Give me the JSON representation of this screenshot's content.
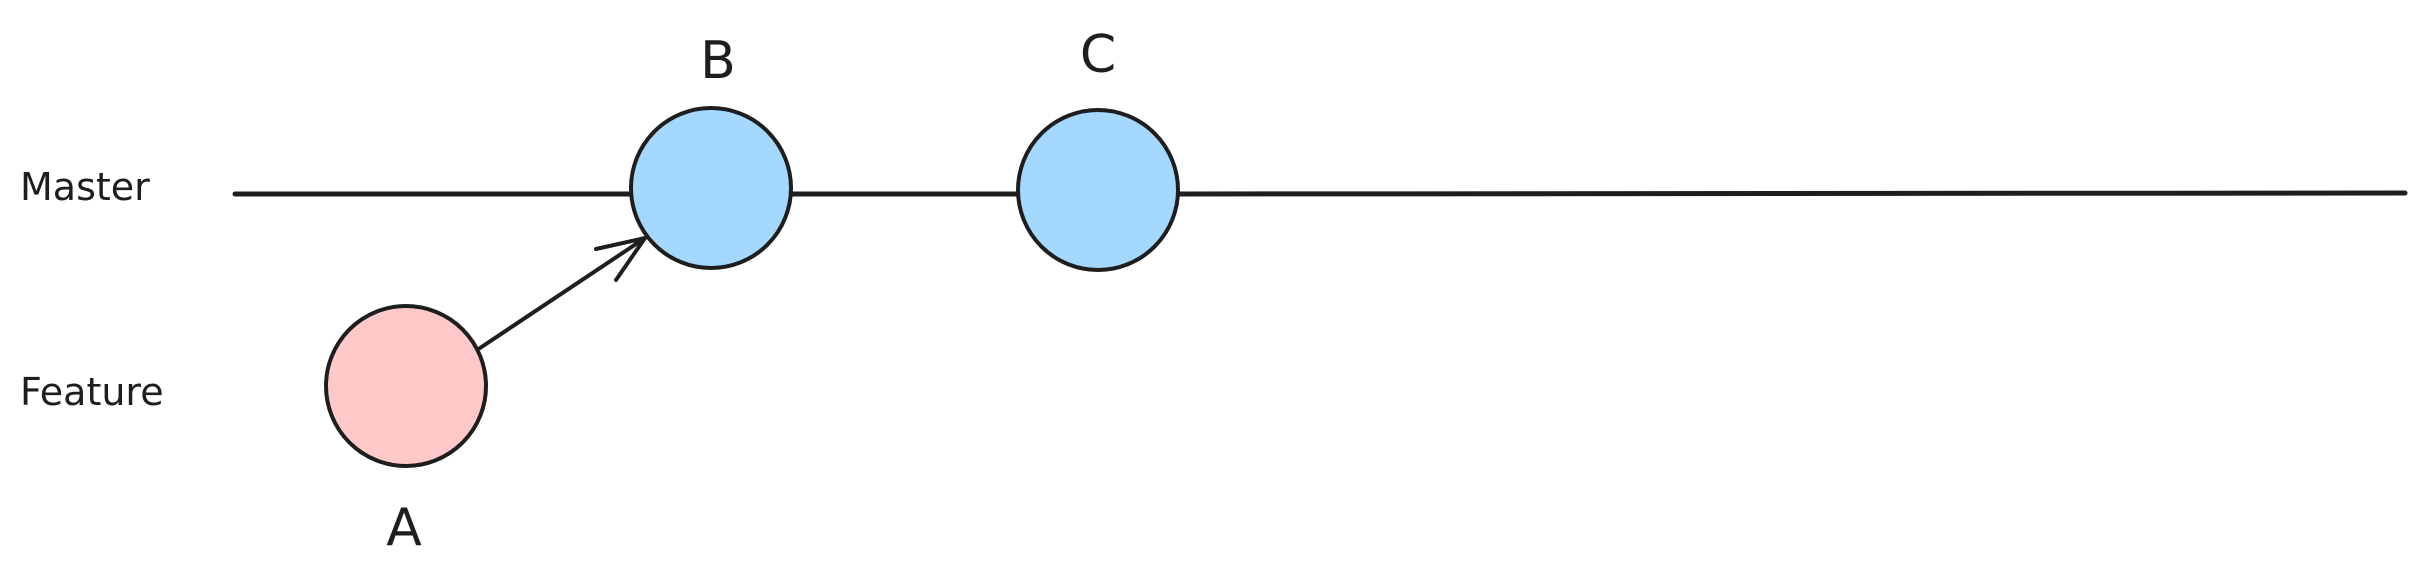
{
  "branches": {
    "master": {
      "label": "Master"
    },
    "feature": {
      "label": "Feature"
    }
  },
  "commits": [
    {
      "id": "A",
      "label": "A",
      "branch": "feature",
      "color": "#ffc9c9"
    },
    {
      "id": "B",
      "label": "B",
      "branch": "master",
      "color": "#a5d8ff"
    },
    {
      "id": "C",
      "label": "C",
      "branch": "master",
      "color": "#a5d8ff"
    }
  ],
  "edges": [
    {
      "from": "A",
      "to": "B",
      "kind": "arrow"
    }
  ],
  "colors": {
    "stroke": "#1e1e1e",
    "feature_commit_fill": "#ffc9c9",
    "master_commit_fill": "#a5d8ff",
    "background": "#ffffff"
  }
}
